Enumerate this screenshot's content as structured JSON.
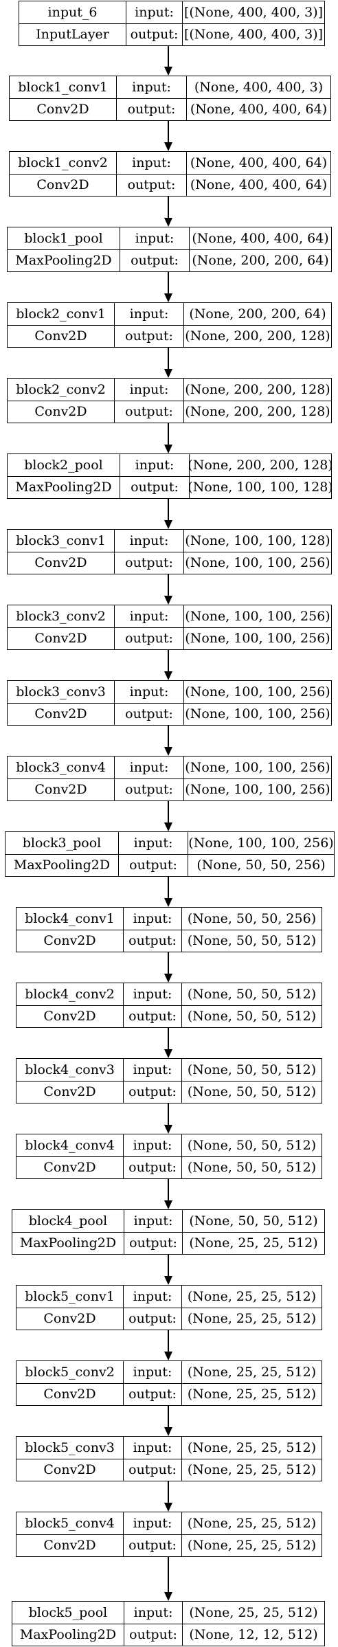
{
  "labels": {
    "input": "input:",
    "output": "output:"
  },
  "layers": [
    {
      "name": "input_6",
      "type": "InputLayer",
      "input": "[(None, 400, 400, 3)]",
      "output": "[(None, 400, 400, 3)]"
    },
    {
      "name": "block1_conv1",
      "type": "Conv2D",
      "input": "(None, 400, 400, 3)",
      "output": "(None, 400, 400, 64)"
    },
    {
      "name": "block1_conv2",
      "type": "Conv2D",
      "input": "(None, 400, 400, 64)",
      "output": "(None, 400, 400, 64)"
    },
    {
      "name": "block1_pool",
      "type": "MaxPooling2D",
      "input": "(None, 400, 400, 64)",
      "output": "(None, 200, 200, 64)"
    },
    {
      "name": "block2_conv1",
      "type": "Conv2D",
      "input": "(None, 200, 200, 64)",
      "output": "(None, 200, 200, 128)"
    },
    {
      "name": "block2_conv2",
      "type": "Conv2D",
      "input": "(None, 200, 200, 128)",
      "output": "(None, 200, 200, 128)"
    },
    {
      "name": "block2_pool",
      "type": "MaxPooling2D",
      "input": "(None, 200, 200, 128)",
      "output": "(None, 100, 100, 128)"
    },
    {
      "name": "block3_conv1",
      "type": "Conv2D",
      "input": "(None, 100, 100, 128)",
      "output": "(None, 100, 100, 256)"
    },
    {
      "name": "block3_conv2",
      "type": "Conv2D",
      "input": "(None, 100, 100, 256)",
      "output": "(None, 100, 100, 256)"
    },
    {
      "name": "block3_conv3",
      "type": "Conv2D",
      "input": "(None, 100, 100, 256)",
      "output": "(None, 100, 100, 256)"
    },
    {
      "name": "block3_conv4",
      "type": "Conv2D",
      "input": "(None, 100, 100, 256)",
      "output": "(None, 100, 100, 256)"
    },
    {
      "name": "block3_pool",
      "type": "MaxPooling2D",
      "input": "(None, 100, 100, 256)",
      "output": "(None, 50, 50, 256)"
    },
    {
      "name": "block4_conv1",
      "type": "Conv2D",
      "input": "(None, 50, 50, 256)",
      "output": "(None, 50, 50, 512)"
    },
    {
      "name": "block4_conv2",
      "type": "Conv2D",
      "input": "(None, 50, 50, 512)",
      "output": "(None, 50, 50, 512)"
    },
    {
      "name": "block4_conv3",
      "type": "Conv2D",
      "input": "(None, 50, 50, 512)",
      "output": "(None, 50, 50, 512)"
    },
    {
      "name": "block4_conv4",
      "type": "Conv2D",
      "input": "(None, 50, 50, 512)",
      "output": "(None, 50, 50, 512)"
    },
    {
      "name": "block4_pool",
      "type": "MaxPooling2D",
      "input": "(None, 50, 50, 512)",
      "output": "(None, 25, 25, 512)"
    },
    {
      "name": "block5_conv1",
      "type": "Conv2D",
      "input": "(None, 25, 25, 512)",
      "output": "(None, 25, 25, 512)"
    },
    {
      "name": "block5_conv2",
      "type": "Conv2D",
      "input": "(None, 25, 25, 512)",
      "output": "(None, 25, 25, 512)"
    },
    {
      "name": "block5_conv3",
      "type": "Conv2D",
      "input": "(None, 25, 25, 512)",
      "output": "(None, 25, 25, 512)"
    },
    {
      "name": "block5_conv4",
      "type": "Conv2D",
      "input": "(None, 25, 25, 512)",
      "output": "(None, 25, 25, 512)"
    },
    {
      "name": "block5_pool",
      "type": "MaxPooling2D",
      "input": "(None, 25, 25, 512)",
      "output": "(None, 12, 12, 512)"
    }
  ]
}
